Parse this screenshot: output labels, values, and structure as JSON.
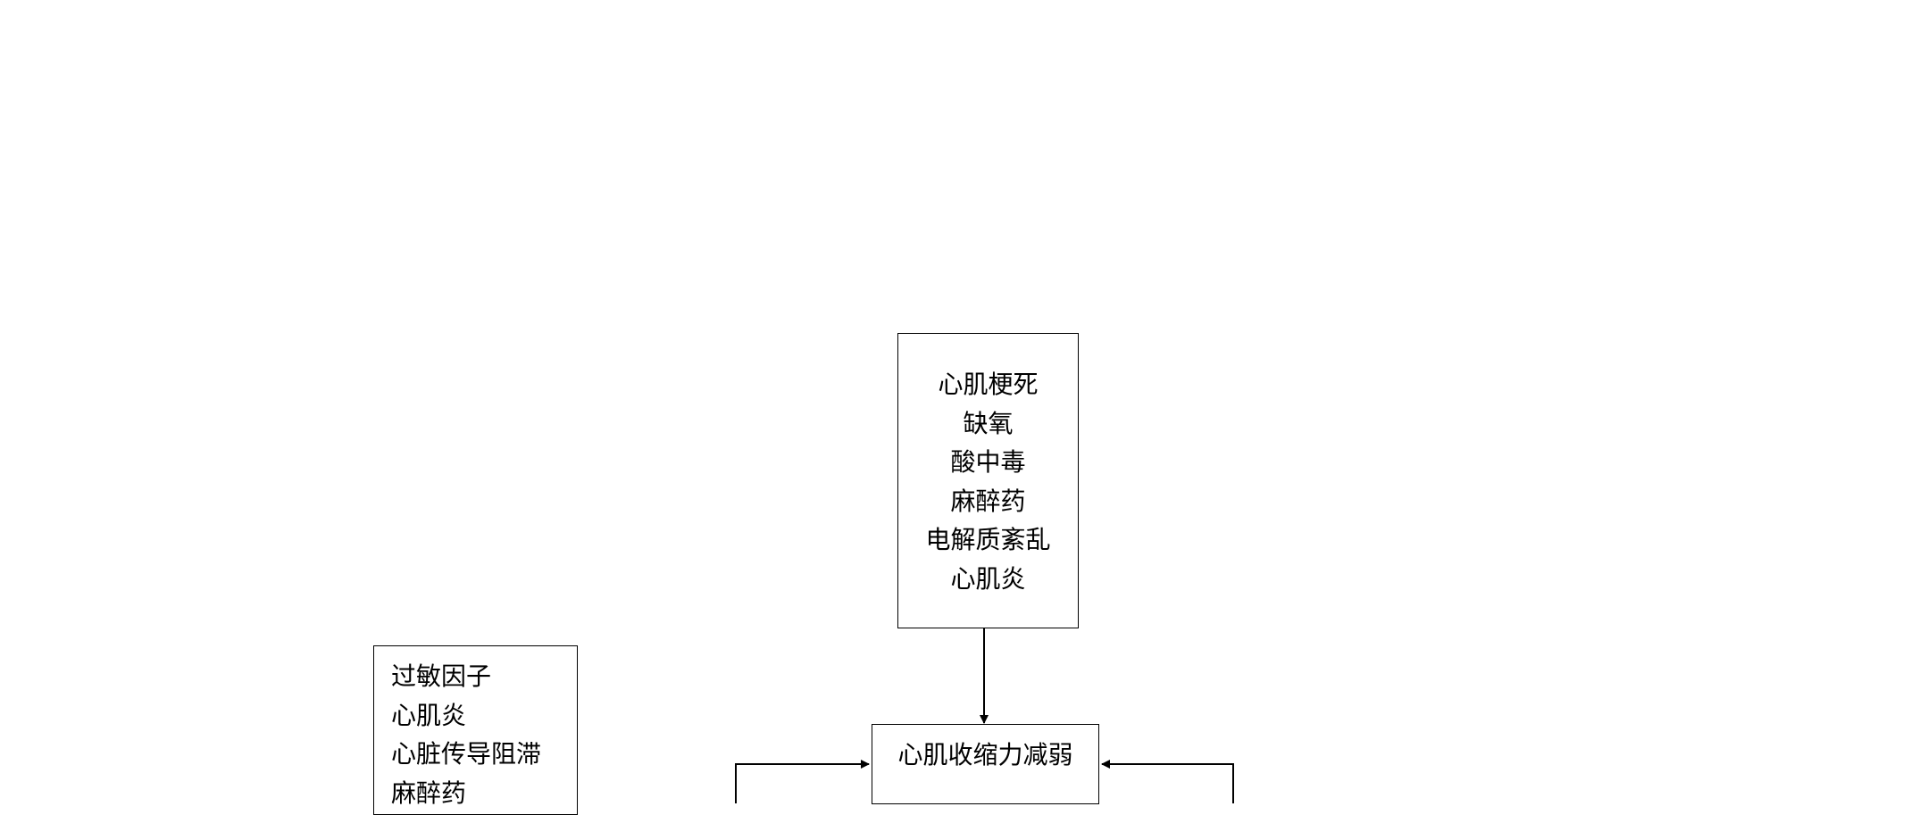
{
  "diagram": {
    "top_causes": [
      "心肌梗死",
      "缺氧",
      "酸中毒",
      "麻醉药",
      "电解质紊乱",
      "心肌炎"
    ],
    "left_causes": [
      "过敏因子",
      "心肌炎",
      "心脏传导阻滞",
      "麻醉药"
    ],
    "center_node": "心肌收缩力减弱"
  }
}
